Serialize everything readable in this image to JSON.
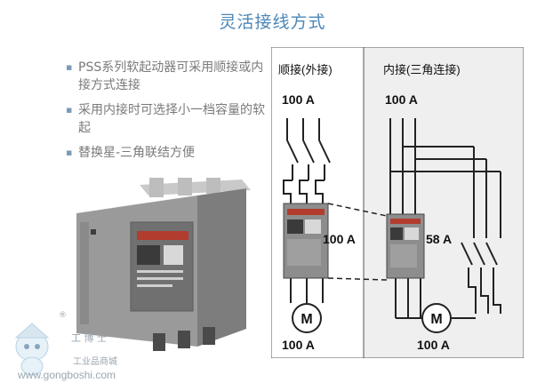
{
  "title": "灵活接线方式",
  "bullets": [
    "PSS系列软起动器可采用顺接或内接方式连接",
    "采用内接时可选择小一档容量的软起",
    "替换星-三角联结方便"
  ],
  "diagram": {
    "left_header": "顺接(外接)",
    "right_header": "内接(三角连接)",
    "left_top_current": "100 A",
    "left_mid_current": "100 A",
    "left_bottom_current": "100 A",
    "right_top_current": "100 A",
    "right_mid_current": "58 A",
    "right_bottom_current": "100 A",
    "motor_left": "M",
    "motor_right": "M"
  },
  "watermark": {
    "url": "www.gongboshi.com",
    "tagline": "工业品商城",
    "registered": "®",
    "brand": "工 博 士"
  },
  "colors": {
    "title": "#4a86b8",
    "bullet_text": "#7a7a7a",
    "diagram_bg_left": "#ffffff",
    "diagram_bg_right": "#efefef",
    "device_body": "#8c8c8c"
  }
}
